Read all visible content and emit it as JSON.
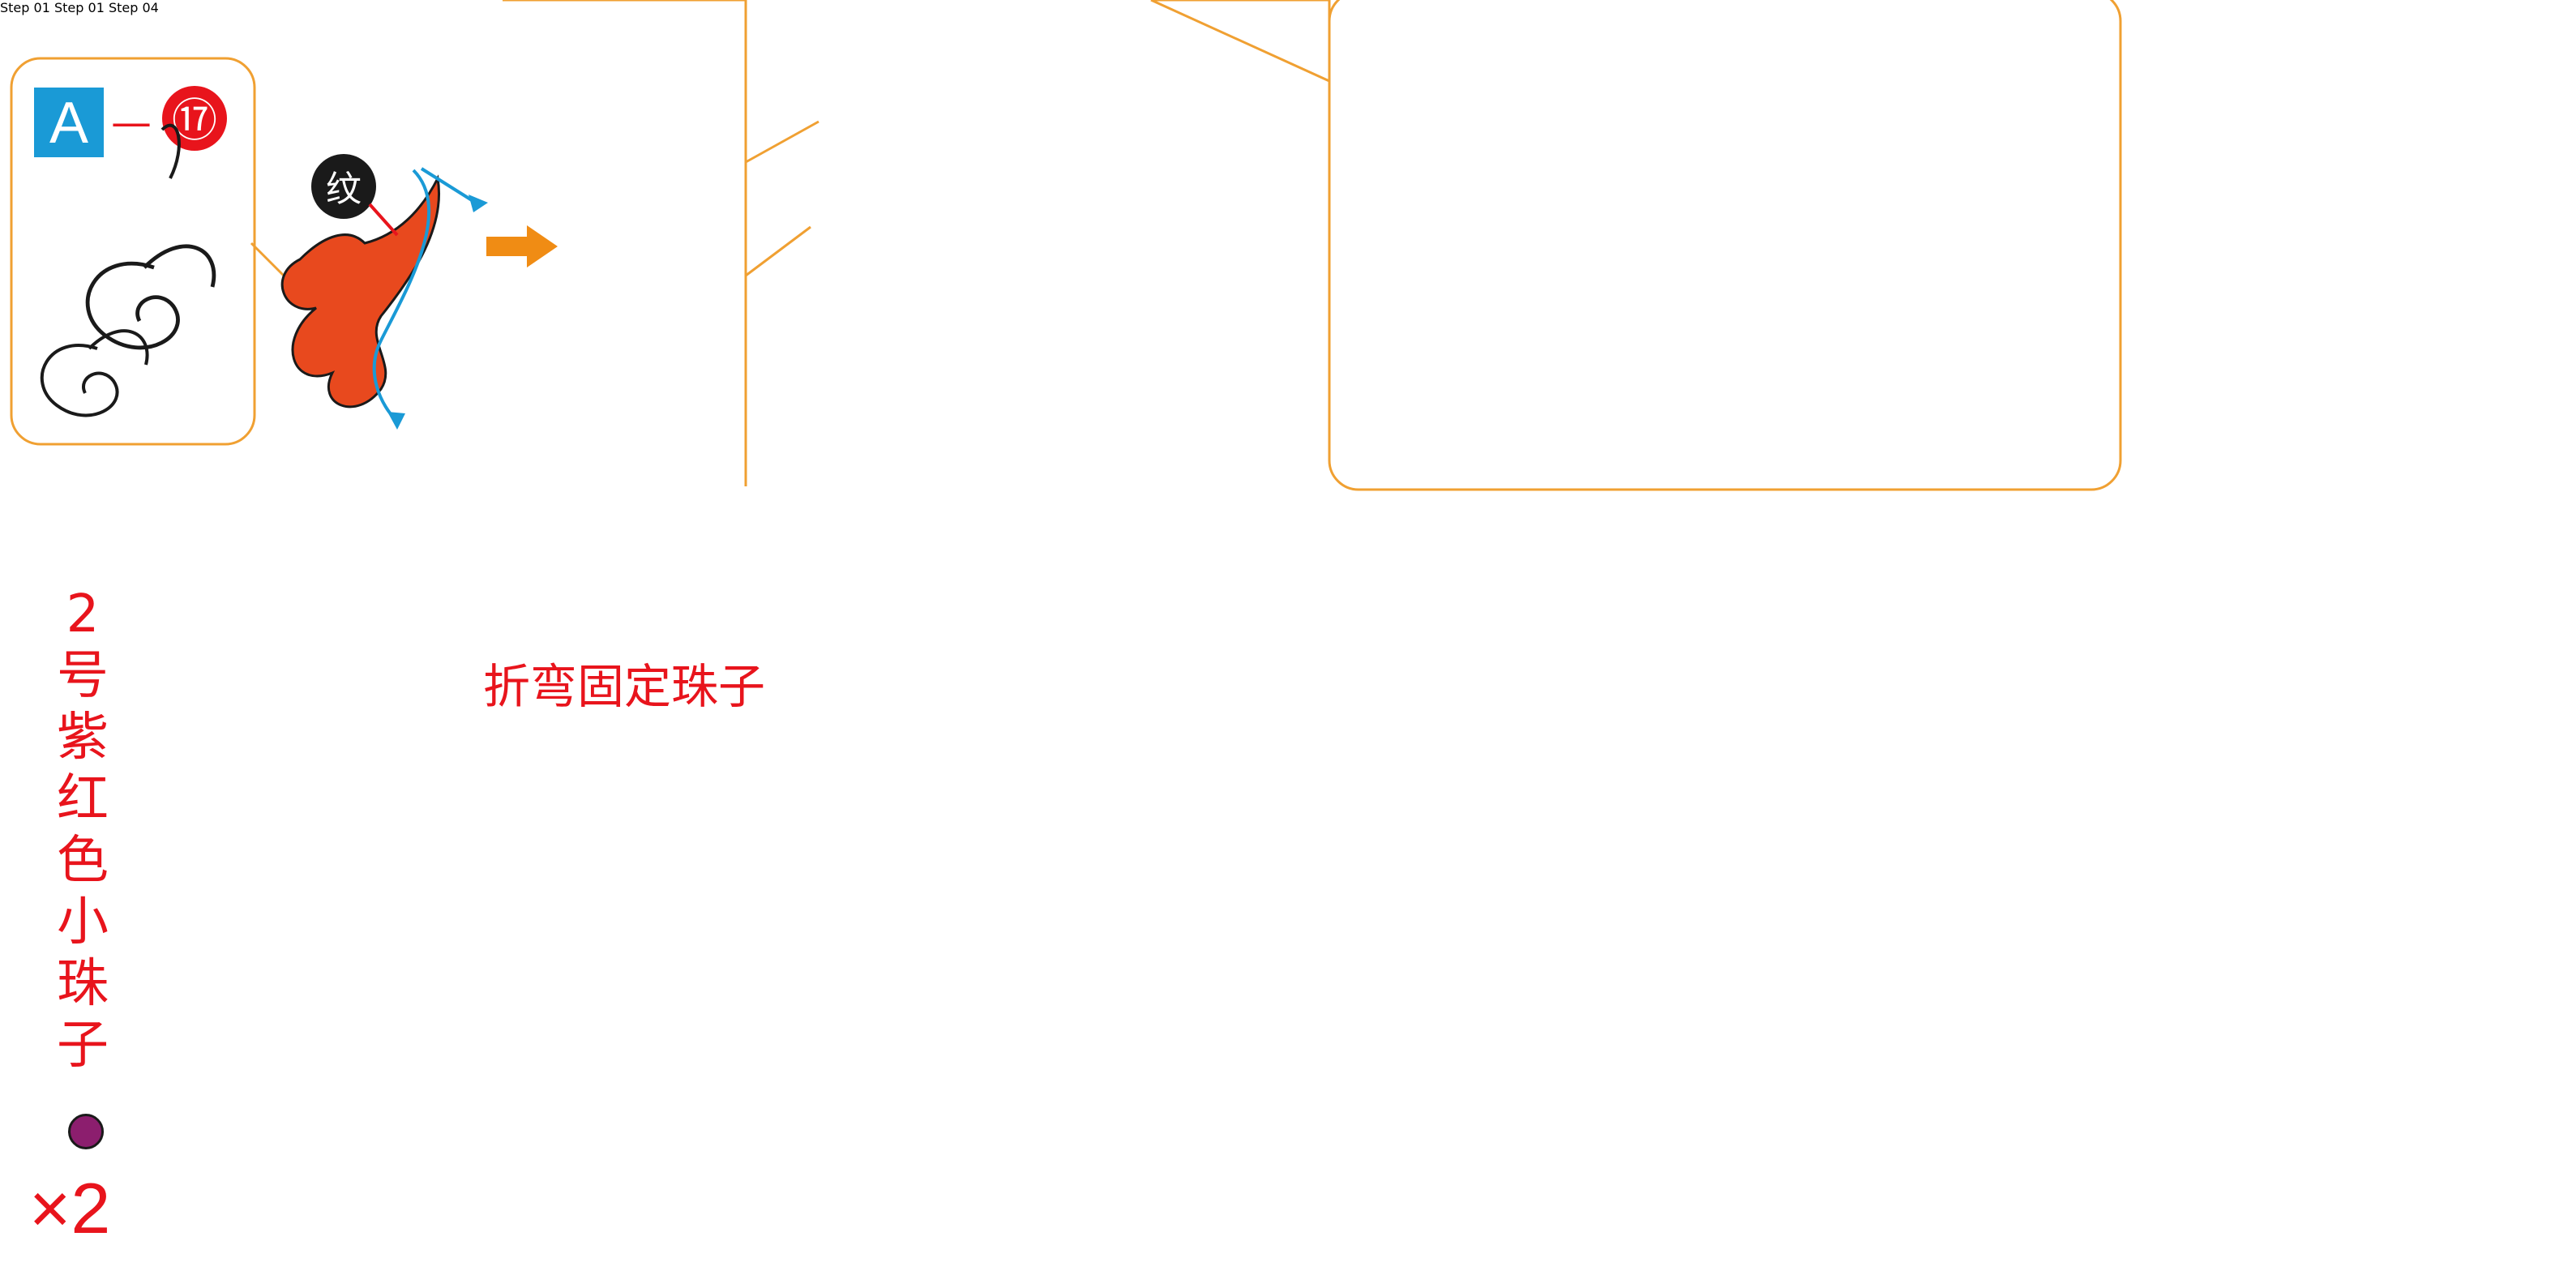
{
  "colors": {
    "orange_frame": "#f0a032",
    "arrow_orange": "#f08c14",
    "gold_fill": "#f8ecac",
    "gold_stroke": "#1a1a1a",
    "flower_fill": "#b8d8bc",
    "red_fill": "#e8491e",
    "blue": "#1a9ad6",
    "red": "#e8141c",
    "purple": "#8c1e6e",
    "magenta_square": "#b0407c",
    "green_triangle": "#1e9a4a"
  },
  "top": {
    "part_code": {
      "letter": "A",
      "dash": "—",
      "number": "⑰"
    },
    "pattern_badge": "纹",
    "step_a": {
      "word": "Step",
      "num": "01"
    }
  },
  "bottom": {
    "bead_note_vertical": [
      "2",
      "号",
      "紫",
      "红",
      "色",
      "小",
      "珠",
      "子"
    ],
    "bead_count": "×2",
    "bend_label": "折弯固定珠子",
    "step_b": {
      "word": "Step",
      "num": "01"
    },
    "step_c": {
      "word": "Step",
      "num": "04"
    }
  },
  "icons": [
    "arrow-right-icon",
    "bead-icon",
    "flower-icon",
    "triangle-marker-icon",
    "square-marker-icon",
    "divider-dotted"
  ]
}
